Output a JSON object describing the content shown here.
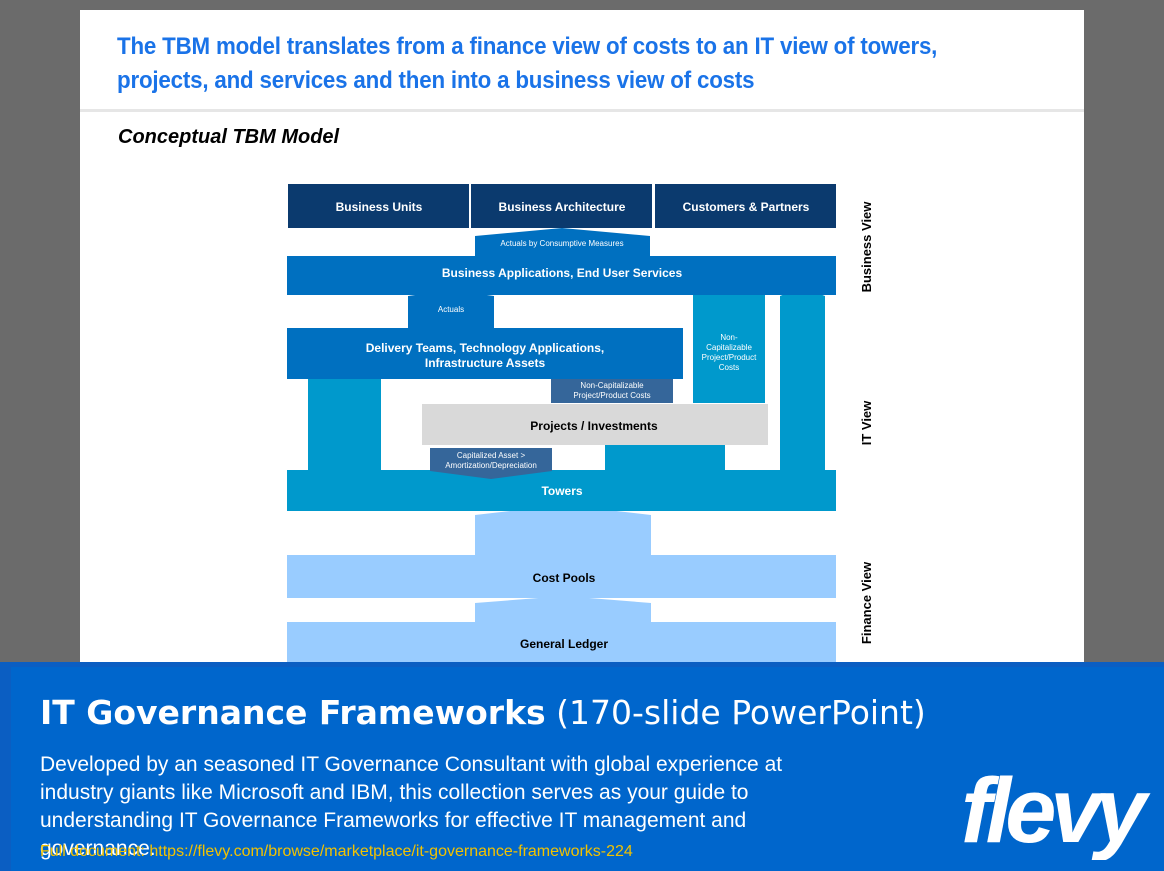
{
  "slide": {
    "title": "The TBM model translates from a finance view of costs to an IT view of towers, projects, and services and then into a business view of costs",
    "subtitle": "Conceptual TBM Model"
  },
  "diagram": {
    "business_units": "Business Units",
    "business_architecture": "Business Architecture",
    "customers_partners": "Customers & Partners",
    "actuals_consumptive": "Actuals by Consumptive Measures",
    "business_applications": "Business Applications, End User Services",
    "actuals": "Actuals",
    "delivery_teams_line1": "Delivery Teams, Technology Applications,",
    "delivery_teams_line2": "Infrastructure Assets",
    "noncap_right_lines": [
      "Non-",
      "Capitalizable",
      "Project/Product",
      "Costs"
    ],
    "noncap_tab_line1": "Non-Capitalizable",
    "noncap_tab_line2": "Project/Product Costs",
    "projects_investments": "Projects / Investments",
    "capitalized_line1": "Capitalized Asset >",
    "capitalized_line2": "Amortization/Depreciation",
    "towers": "Towers",
    "cost_pools": "Cost Pools",
    "general_ledger": "General Ledger",
    "view_labels": {
      "business": "Business View",
      "it": "IT View",
      "finance": "Finance View"
    },
    "colors": {
      "navy": "#0b3a6e",
      "mid_blue": "#0070c0",
      "teal": "#0099cc",
      "light_blue": "#99ccff",
      "grey": "#d9d9d9",
      "slate": "#35669a"
    }
  },
  "banner": {
    "title_bold": "IT Governance Frameworks",
    "title_light": "(170-slide PowerPoint)",
    "description": "Developed by an seasoned IT Governance Consultant with global experience at industry giants like Microsoft and IBM, this collection serves as your guide to understanding IT Governance Frameworks for effective IT management and governance.",
    "link": "Full document: https://flevy.com/browse/marketplace/it-governance-frameworks-224",
    "logo": "flevy"
  }
}
